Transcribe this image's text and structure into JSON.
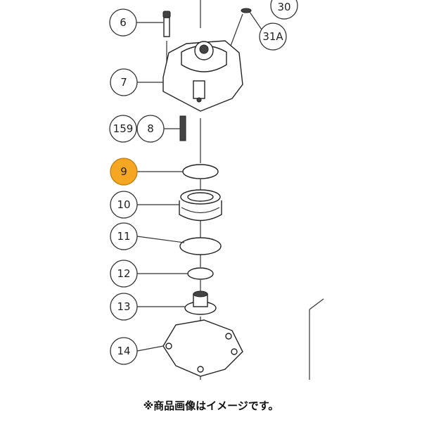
{
  "callouts": {
    "c6": "6",
    "c7": "7",
    "c8": "8",
    "c159": "159",
    "c9": "9",
    "c10": "10",
    "c11": "11",
    "c12": "12",
    "c13": "13",
    "c14": "14",
    "c30": "30",
    "c31a": "31A"
  },
  "highlight_color": "#f5a623",
  "note": "※商品画像はイメージです。"
}
